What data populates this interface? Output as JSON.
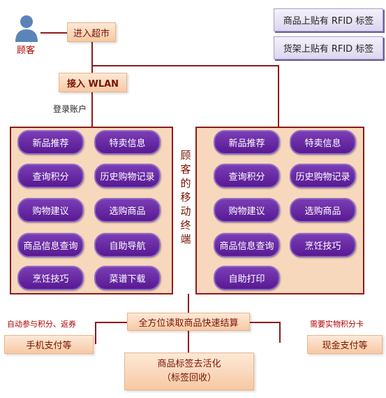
{
  "customer_label": "顾客",
  "enter_store": "进入超市",
  "access_wlan": "接入 WLAN",
  "login_account": "登录账户",
  "tags": [
    "商品上贴有 RFID 标签",
    "货架上贴有 RFID 标签"
  ],
  "mobile_terminal": "顾客的移动终端",
  "left_panel": [
    "新品推荐",
    "特卖信息",
    "查询积分",
    "历史购物记录",
    "购物建议",
    "选购商品",
    "商品信息查询",
    "自助导航",
    "烹饪技巧",
    "菜谱下载"
  ],
  "right_panel": [
    "新品推荐",
    "特卖信息",
    "查询积分",
    "历史购物记录",
    "购物建议",
    "选购商品",
    "商品信息查询",
    "烹饪技巧",
    "自助打印"
  ],
  "checkout": "全方位读取商品快速结算",
  "left_note": "自动参与积分、返券",
  "mobile_pay": "手机支付等",
  "right_note": "需要实物积分卡",
  "cash_pay": "现金支付等",
  "deactivate_line1": "商品标签去活化",
  "deactivate_line2": "（标签回收）"
}
